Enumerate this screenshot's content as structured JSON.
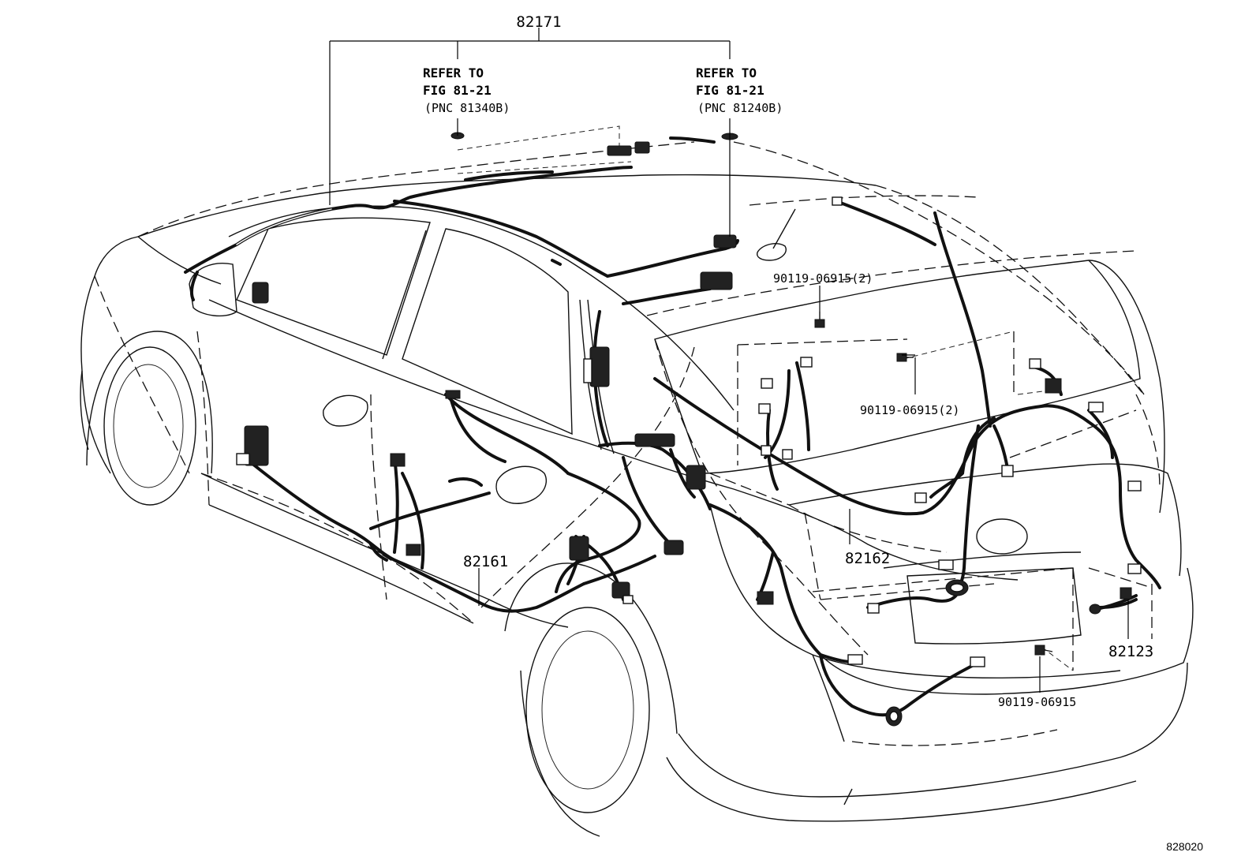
{
  "diagram": {
    "figure_number": "828020",
    "parts": {
      "p82171": "82171",
      "p82161": "82161",
      "p82162": "82162",
      "p82123": "82123",
      "bolt_roof": "90119-06915(2)",
      "bolt_rear": "90119-06915(2)",
      "bolt_bumper": "90119-06915"
    },
    "refer_left": {
      "line1": "REFER TO",
      "line2": "FIG 81-21",
      "line3": "(PNC 81340B)"
    },
    "refer_right": {
      "line1": "REFER TO",
      "line2": "FIG 81-21",
      "line3": "(PNC 81240B)"
    }
  }
}
